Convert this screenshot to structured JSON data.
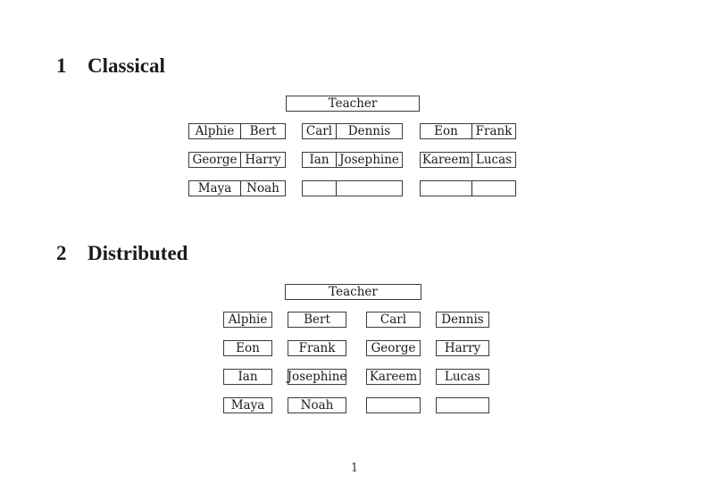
{
  "colors": {
    "background": "#ffffff",
    "ink": "#1b1b1b",
    "line": "#3c3c3c"
  },
  "page": {
    "number": "1"
  },
  "sections": [
    {
      "number": "1",
      "title": "Classical",
      "teacher_label": "Teacher",
      "rows": [
        [
          [
            "Alphie",
            "Bert"
          ],
          [
            "Carl",
            "Dennis"
          ],
          [
            "Eon",
            "Frank"
          ]
        ],
        [
          [
            "George",
            "Harry"
          ],
          [
            "Ian",
            "Josephine"
          ],
          [
            "Kareem",
            "Lucas"
          ]
        ],
        [
          [
            "Maya",
            "Noah"
          ],
          [
            "",
            ""
          ],
          [
            "",
            ""
          ]
        ]
      ]
    },
    {
      "number": "2",
      "title": "Distributed",
      "teacher_label": "Teacher",
      "rows": [
        [
          "Alphie",
          "Bert",
          "Carl",
          "Dennis"
        ],
        [
          "Eon",
          "Frank",
          "George",
          "Harry"
        ],
        [
          "Ian",
          "Josephine",
          "Kareem",
          "Lucas"
        ],
        [
          "Maya",
          "Noah",
          "",
          ""
        ]
      ]
    }
  ]
}
